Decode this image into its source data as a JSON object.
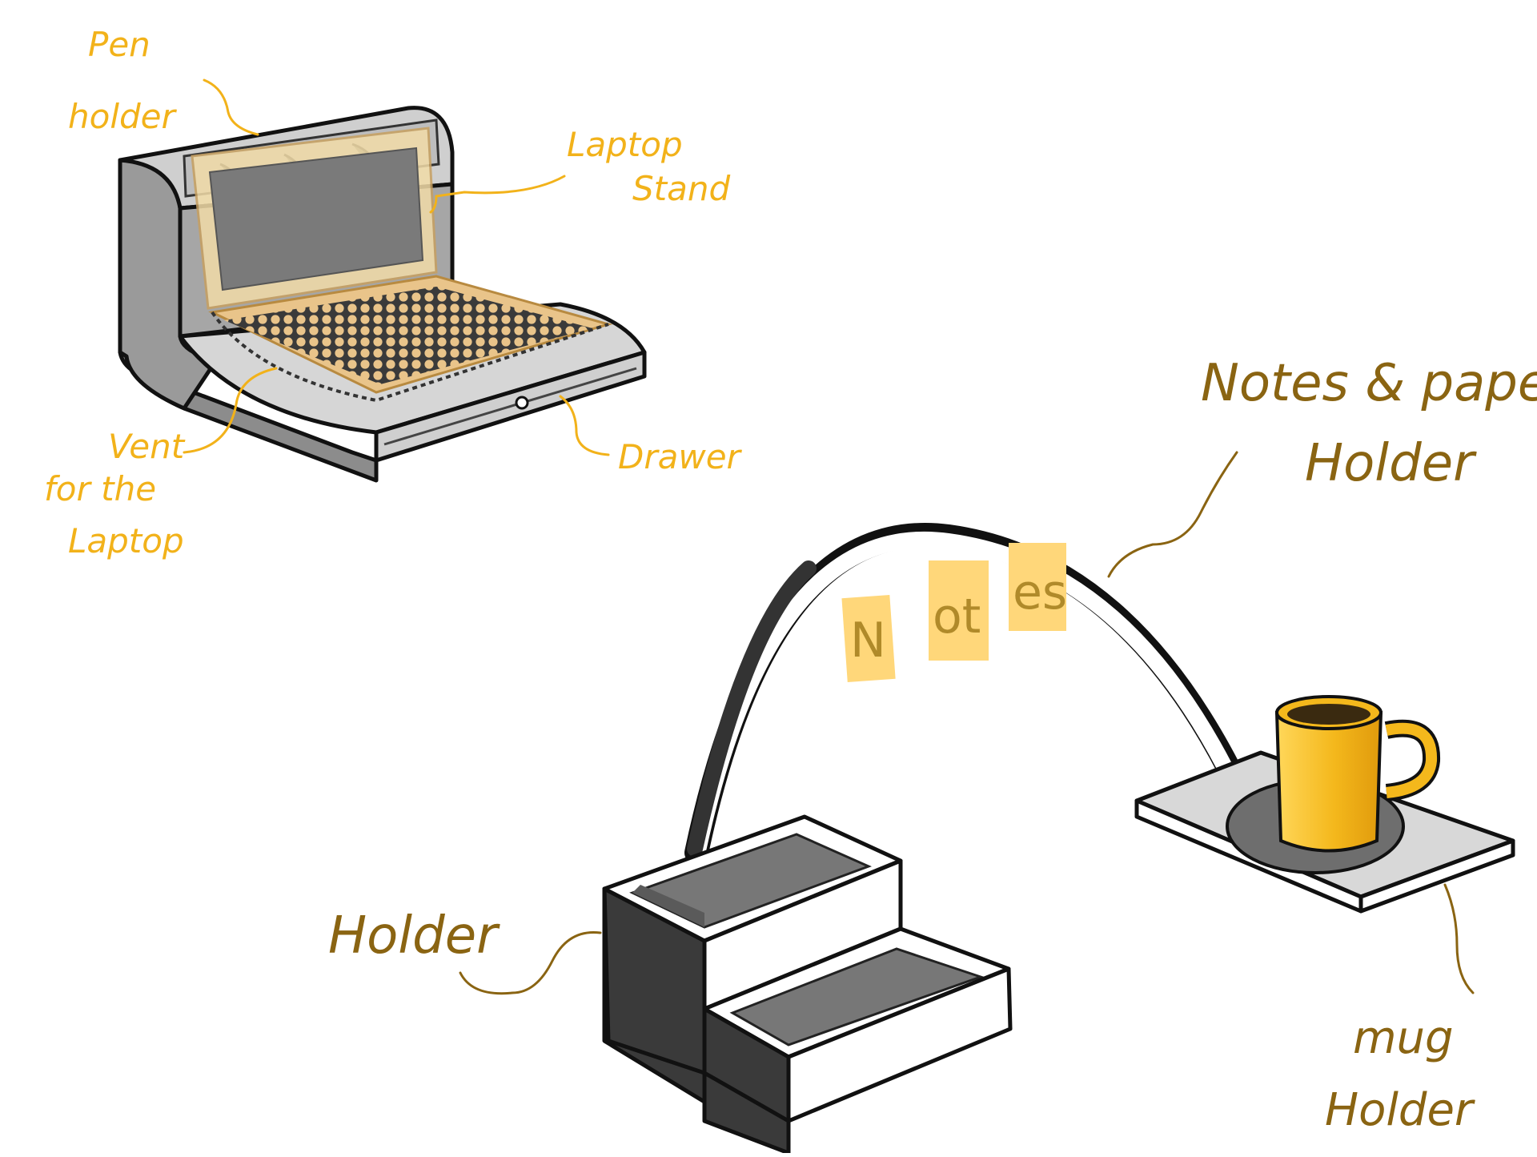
{
  "labels": {
    "pen_holder": [
      "Pen",
      "holder"
    ],
    "laptop_stand": [
      "Laptop",
      "Stand"
    ],
    "vent": [
      "Vent",
      "for the",
      "Laptop"
    ],
    "drawer": "Drawer",
    "notes_paper_holder": [
      "Notes & paper",
      "Holder"
    ],
    "holder": "Holder",
    "mug_holder": [
      "mug",
      "Holder"
    ]
  },
  "sticky_notes": [
    "N",
    "ot",
    "es"
  ],
  "colors": {
    "label_orange": "#f2b21a",
    "label_brown": "#8a6412",
    "sticky_note": "#ffd77a",
    "mug": "#f4b81c",
    "vent_pattern": "#e9c48a"
  }
}
